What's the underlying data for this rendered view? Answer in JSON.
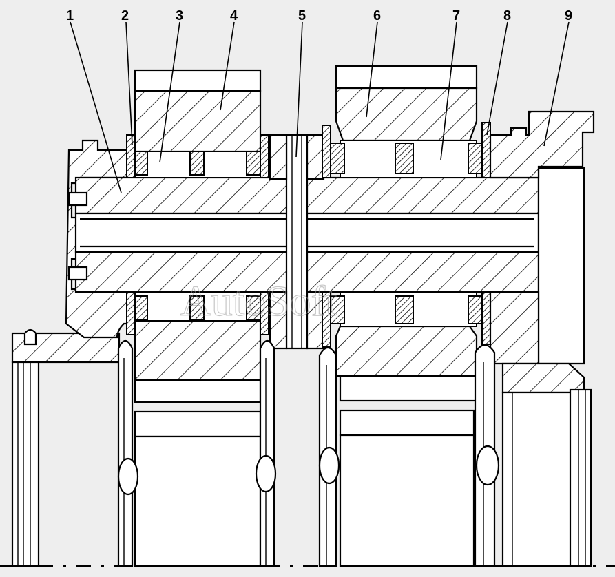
{
  "callouts": [
    {
      "id": "1",
      "label": "1"
    },
    {
      "id": "2",
      "label": "2"
    },
    {
      "id": "3",
      "label": "3"
    },
    {
      "id": "4",
      "label": "4"
    },
    {
      "id": "5",
      "label": "5"
    },
    {
      "id": "6",
      "label": "6"
    },
    {
      "id": "7",
      "label": "7"
    },
    {
      "id": "8",
      "label": "8"
    },
    {
      "id": "9",
      "label": "9"
    }
  ],
  "watermark": "AutoSoft",
  "colors": {
    "background": "#eeeeee",
    "line": "#000000",
    "watermark": "#9a9a9a"
  }
}
